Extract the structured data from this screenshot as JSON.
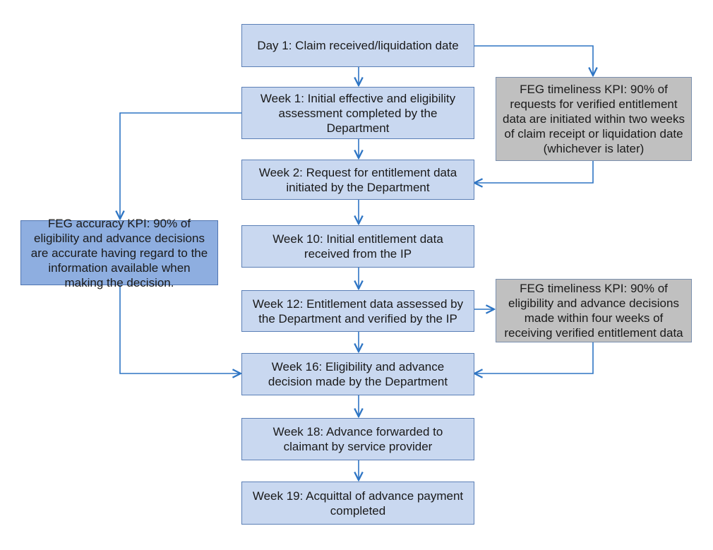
{
  "steps": [
    {
      "id": "day1",
      "text": "Day 1: Claim received/liquidation date"
    },
    {
      "id": "week1",
      "text": "Week 1: Initial effective and eligibility\nassessment completed by the\nDepartment"
    },
    {
      "id": "week2",
      "text": "Week 2: Request for entitlement data\ninitiated by the Department"
    },
    {
      "id": "week10",
      "text": "Week 10: Initial entitlement data\nreceived from the IP"
    },
    {
      "id": "week12",
      "text": "Week 12: Entitlement data assessed by\nthe Department and verified by the IP"
    },
    {
      "id": "week16",
      "text": "Week 16: Eligibility and advance\ndecision made by the Department"
    },
    {
      "id": "week18",
      "text": "Week 18: Advance forwarded to\nclaimant by service provider"
    },
    {
      "id": "week19",
      "text": "Week 19: Acquittal of advance payment\ncompleted"
    }
  ],
  "kpis": [
    {
      "id": "kpi_timeliness_requests",
      "text": "FEG timeliness KPI: 90% of\nrequests for verified entitlement\ndata are initiated within two weeks\nof claim receipt or liquidation date\n(whichever is later)"
    },
    {
      "id": "kpi_accuracy",
      "text": "FEG accuracy KPI: 90% of\neligibility and advance decisions\nare accurate having regard to the\ninformation available when\nmaking the decision."
    },
    {
      "id": "kpi_timeliness_decisions",
      "text": "FEG timeliness KPI: 90% of\neligibility and advance decisions\nmade within four weeks of\nreceiving verified entitlement data"
    }
  ],
  "colors": {
    "step_fill": "#c9d8f0",
    "kpi_grey_fill": "#c0c0c0",
    "kpi_blue_fill": "#8eaee0",
    "connector": "#2e75c4"
  }
}
